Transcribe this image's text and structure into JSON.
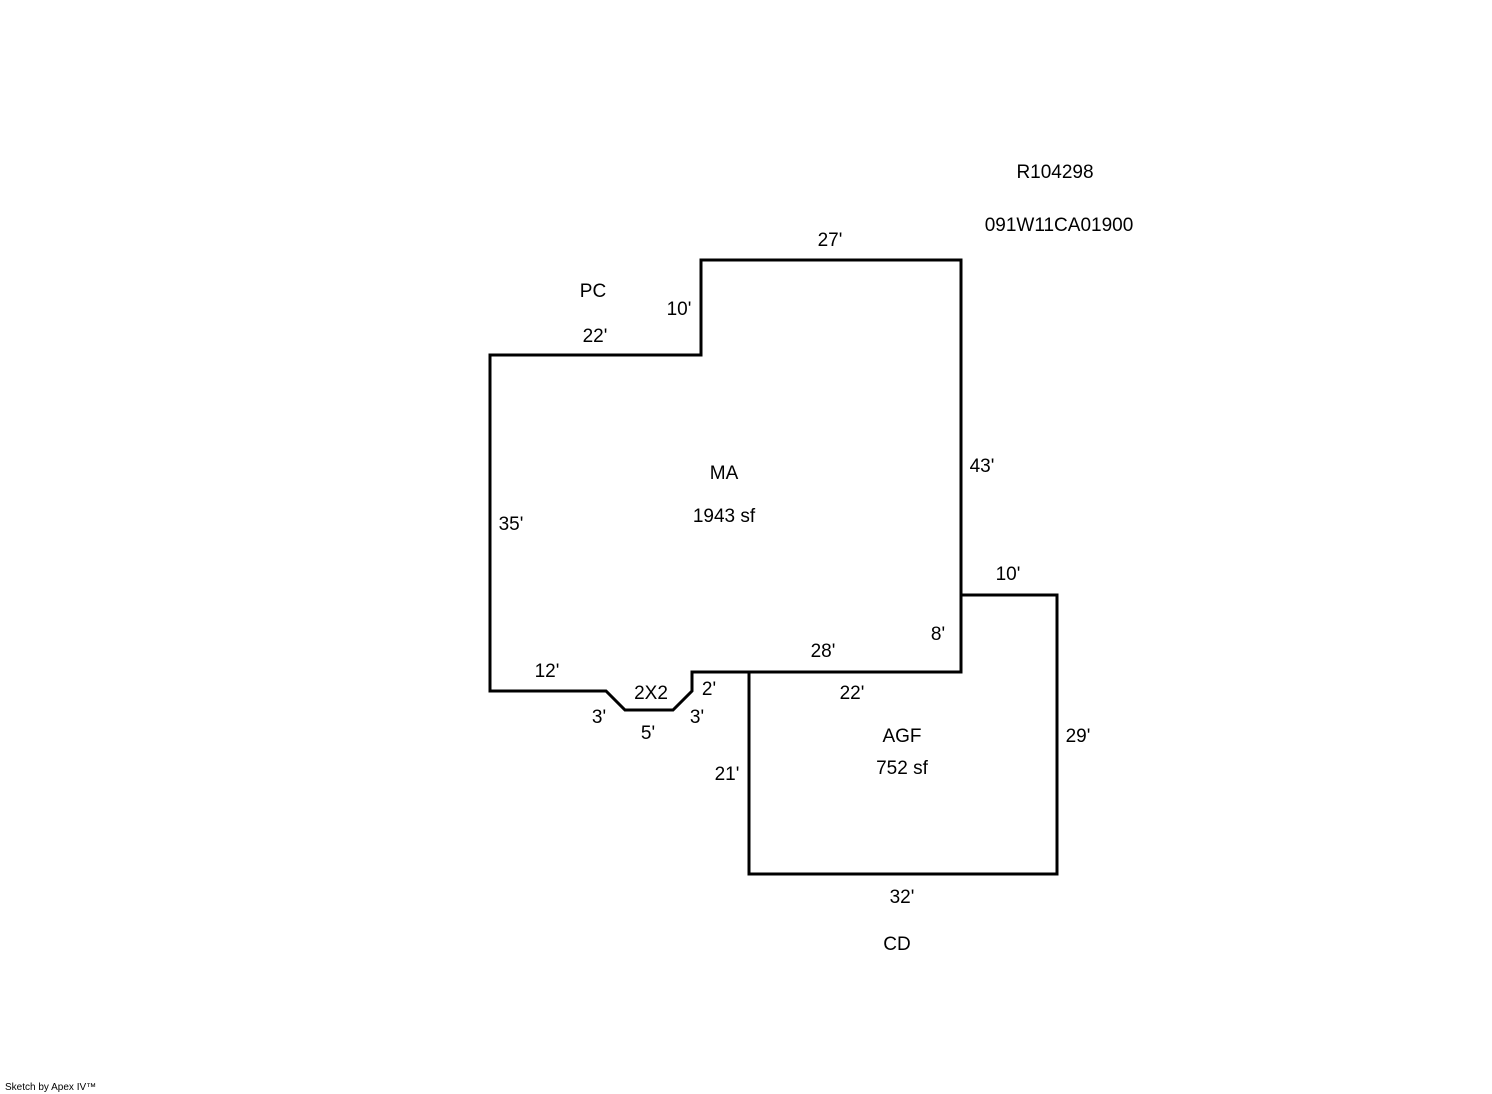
{
  "header": {
    "record_id": "R104298",
    "parcel_number": "091W11CA01900"
  },
  "areas": {
    "main": {
      "code": "MA",
      "area": "1943 sf"
    },
    "garage": {
      "code": "AGF",
      "area": "752 sf"
    },
    "bay": {
      "code": "2X2"
    },
    "porch": {
      "code": "PC"
    },
    "deck": {
      "code": "CD"
    }
  },
  "dimensions": {
    "main_top": "27'",
    "main_step_up": "10'",
    "main_left_top": "22'",
    "main_right": "43'",
    "main_left": "35'",
    "main_bottom_left": "12'",
    "bay_left": "3'",
    "bay_bottom": "5'",
    "bay_right": "3'",
    "bay_step": "2'",
    "main_bottom_right": "28'",
    "main_right_lower": "8'",
    "garage_top_right": "10'",
    "garage_top": "22'",
    "garage_right": "29'",
    "garage_left": "21'",
    "garage_bottom": "32'"
  },
  "footer": {
    "credit": "Sketch by Apex IV™"
  }
}
